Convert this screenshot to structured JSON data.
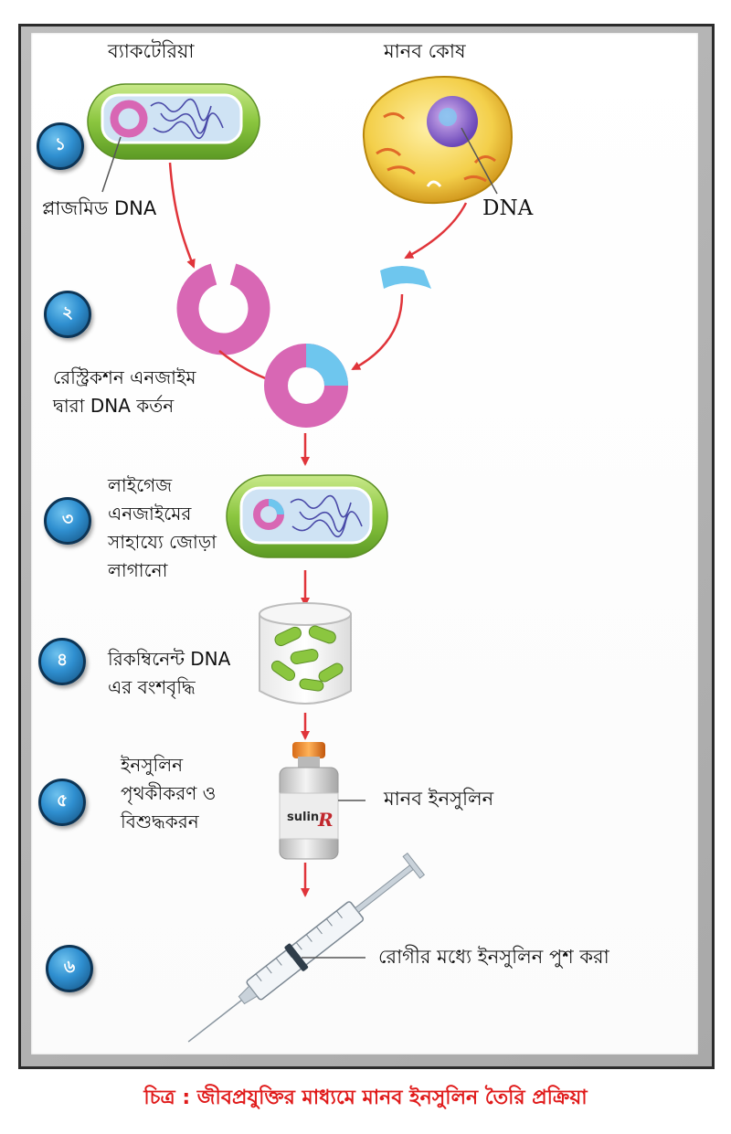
{
  "top_labels": {
    "bacteria": "ব্যাকটেরিয়া",
    "human_cell": "মানব কোষ"
  },
  "labels": {
    "plasmid": "প্লাজমিড DNA",
    "dna": "DNA",
    "human_insulin": "মানব ইনসুলিন",
    "push_insulin": "রোগীর মধ্যে ইনসুলিন পুশ করা"
  },
  "steps": [
    {
      "number": "১",
      "lines": []
    },
    {
      "number": "২",
      "lines": [
        "রেস্ট্রিকশন এনজাইম",
        "দ্বারা DNA কর্তন"
      ]
    },
    {
      "number": "৩",
      "lines": [
        "লাইগেজ",
        "এনজাইমের",
        "সাহায্যে জোড়া",
        "লাগানো"
      ]
    },
    {
      "number": "৪",
      "lines": [
        "রিকম্বিনেন্ট DNA",
        "এর বংশবৃদ্ধি"
      ]
    },
    {
      "number": "৫",
      "lines": [
        "ইনসুলিন",
        "পৃথকীকরণ ও",
        "বিশুদ্ধকরন"
      ]
    },
    {
      "number": "৬",
      "lines": []
    }
  ],
  "vial_text": {
    "brand": "sulin",
    "rx": "R"
  },
  "caption": "চিত্র : জীবপ্রযুক্তির মাধ্যমে মানব ইনসুলিন তৈরি প্রক্রিয়া",
  "colors": {
    "arrow": "#e0343a",
    "plasmid": "#d867b4",
    "human_dna": "#6ec6ee",
    "bacteria": "#8bc63f",
    "badge": "#2f8fd0",
    "caption": "#e01a1a"
  }
}
